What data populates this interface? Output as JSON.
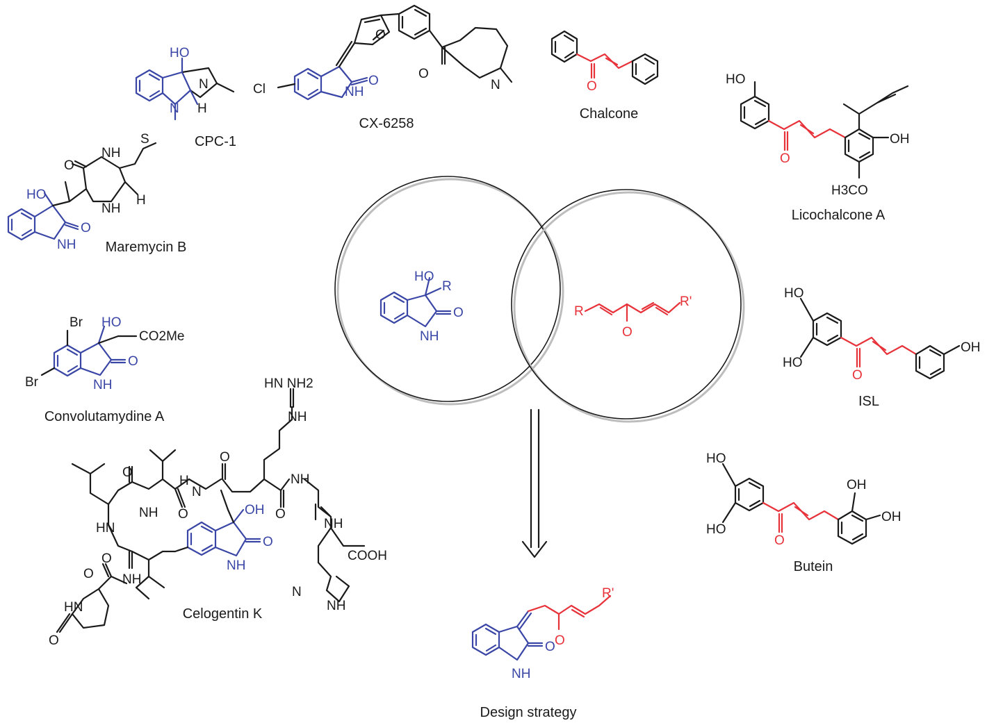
{
  "figure": {
    "compounds": {
      "cpc1": "CPC-1",
      "cx6258": "CX-6258",
      "chalcone": "Chalcone",
      "licochalcone": "Licochalcone A",
      "maremycin": "Maremycin B",
      "convolutamydine": "Convolutamydine A",
      "isl": "ISL",
      "butein": "Butein",
      "celogentin": "Celogentin K"
    },
    "caption": "Design strategy",
    "atoms": {
      "ho": "HO",
      "oh": "OH",
      "o": "O",
      "n": "N",
      "nh": "NH",
      "h": "H",
      "cl": "Cl",
      "br": "Br",
      "r": "R",
      "r_prime": "R'",
      "och3": "H3CO",
      "co2me": "CO2Me",
      "cooh": "COOH",
      "hn": "HN",
      "nh2": "HN NH2",
      "s": "S"
    },
    "colors": {
      "oxindole": "#3a46a6",
      "enone": "#e8323a",
      "scaffold": "#1a1a1a"
    }
  }
}
